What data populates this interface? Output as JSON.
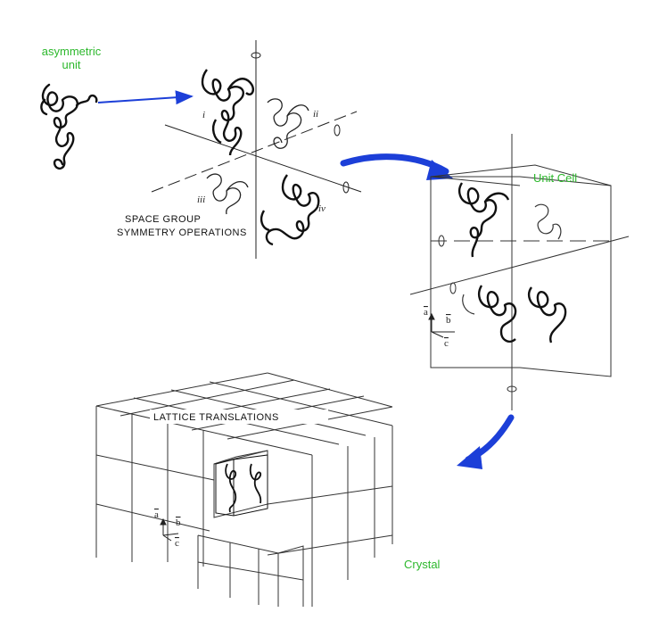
{
  "colors": {
    "green": "#2db82d",
    "blue": "#1c3fd8",
    "ink": "#111111"
  },
  "labels": {
    "asym_line1": "asymmetric",
    "asym_line2": "unit",
    "unit_cell": "Unit Cell",
    "crystal": "Crystal",
    "space_group_line1": "SPACE GROUP",
    "space_group_line2": "SYMMETRY OPERATIONS",
    "lattice": "LATTICE TRANSLATIONS"
  },
  "copies": {
    "i": "i",
    "ii": "ii",
    "iii": "iii",
    "iv": "iv"
  },
  "axes_cell": {
    "a": "a",
    "b": "b",
    "c": "c"
  },
  "axes_crystal": {
    "a": "a",
    "b": "b",
    "c": "c"
  }
}
